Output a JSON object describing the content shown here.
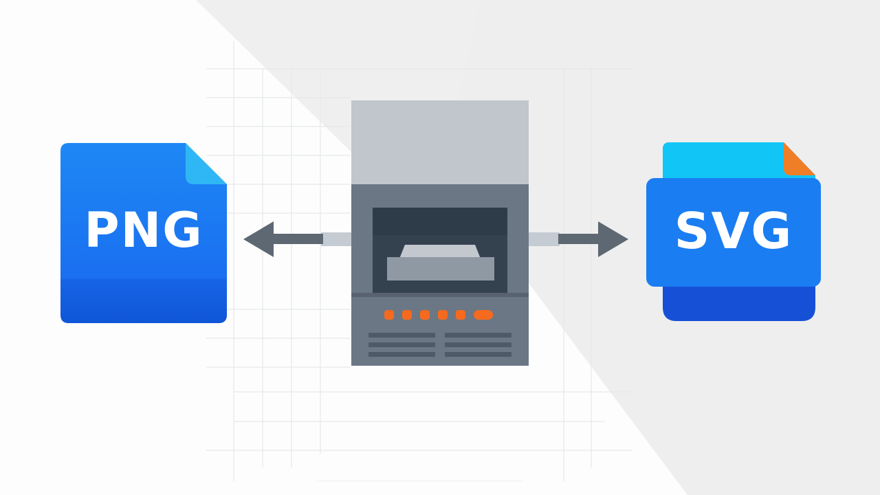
{
  "illustration": {
    "left_file": {
      "label": "PNG",
      "icon": "png-file-icon",
      "colors": {
        "body": "#1a6ff0",
        "body_top": "#1e88f5",
        "body_bottom": "#0f56d8",
        "fold": "#2fb7f5"
      }
    },
    "right_file": {
      "label": "SVG",
      "icon": "svg-file-icon",
      "colors": {
        "front": "#1b7df2",
        "back_top": "#11c6f7",
        "back_bottom": "#1550d6",
        "fold": "#f07e27"
      }
    },
    "converter": {
      "icon": "converter-machine-icon",
      "colors": {
        "hood": "#c1c6cc",
        "body": "#6b7785",
        "slot": "#34414f",
        "tray": "#9aa3ad",
        "tray_top": "#c2c8ce",
        "led": "#f56a1e",
        "vent": "#4e5a68"
      },
      "led_count": 6,
      "vent_rows": 3
    },
    "arrows": [
      {
        "direction": "left",
        "icon": "arrow-left-icon",
        "color": "#5d6873"
      },
      {
        "direction": "right",
        "icon": "arrow-right-icon",
        "color": "#5d6873"
      }
    ],
    "background": {
      "light": "#fdfdfd",
      "shade": "#eeeeee"
    }
  }
}
